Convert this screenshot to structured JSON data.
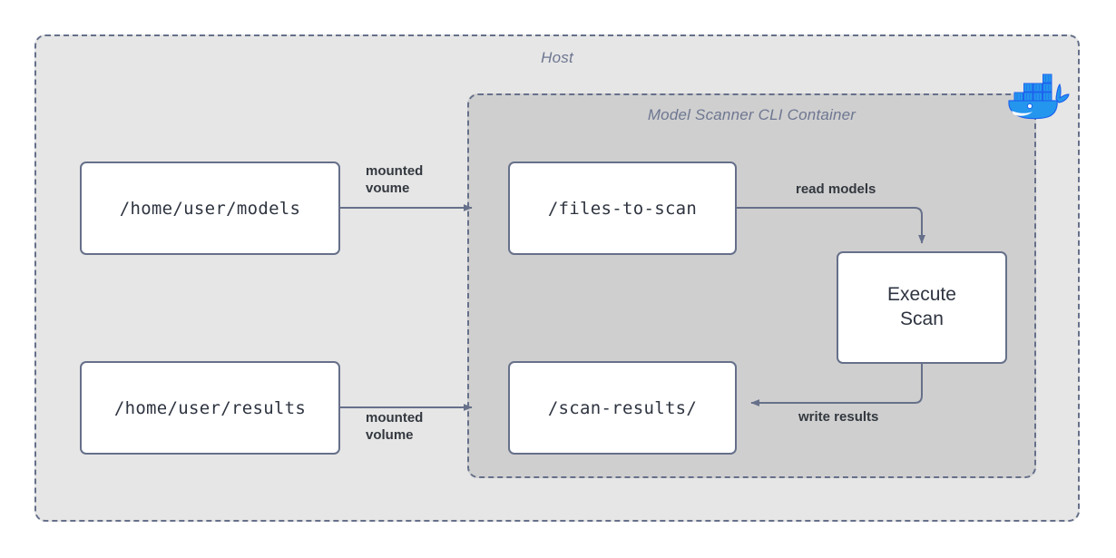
{
  "diagram": {
    "type": "architecture-flow",
    "zones": {
      "host": {
        "label": "Host",
        "bg": "#E6E6E6",
        "border": "#66708A"
      },
      "container": {
        "label": "Model Scanner CLI Container",
        "bg": "#CFCFCF",
        "border": "#66708A"
      }
    },
    "logo": {
      "name": "docker-whale-logo",
      "color": "#2496ED",
      "dark": "#1D63ED"
    },
    "nodes": [
      {
        "id": "home-models",
        "label": "/home/user/models",
        "style": "mono"
      },
      {
        "id": "home-results",
        "label": "/home/user/results",
        "style": "mono"
      },
      {
        "id": "files-to-scan",
        "label": "/files-to-scan",
        "style": "mono"
      },
      {
        "id": "scan-results",
        "label": "/scan-results/",
        "style": "mono"
      },
      {
        "id": "execute-scan",
        "label": "Execute\nScan",
        "style": "sans"
      }
    ],
    "edges": [
      {
        "id": "mount-models",
        "label": "mounted\nvoume",
        "from": "home-models",
        "to": "files-to-scan"
      },
      {
        "id": "read-models",
        "label": "read models",
        "from": "files-to-scan",
        "to": "execute-scan"
      },
      {
        "id": "write-results",
        "label": "write results",
        "from": "execute-scan",
        "to": "scan-results"
      },
      {
        "id": "mount-results",
        "label": "mounted\nvolume",
        "from": "home-results",
        "to": "scan-results"
      }
    ],
    "colors": {
      "node_fill": "#FFFFFF",
      "node_border": "#66708A",
      "edge_stroke": "#66708A",
      "text": "#2E3440",
      "label_text": "#33383F",
      "zone_label_text": "#6E7791"
    }
  }
}
